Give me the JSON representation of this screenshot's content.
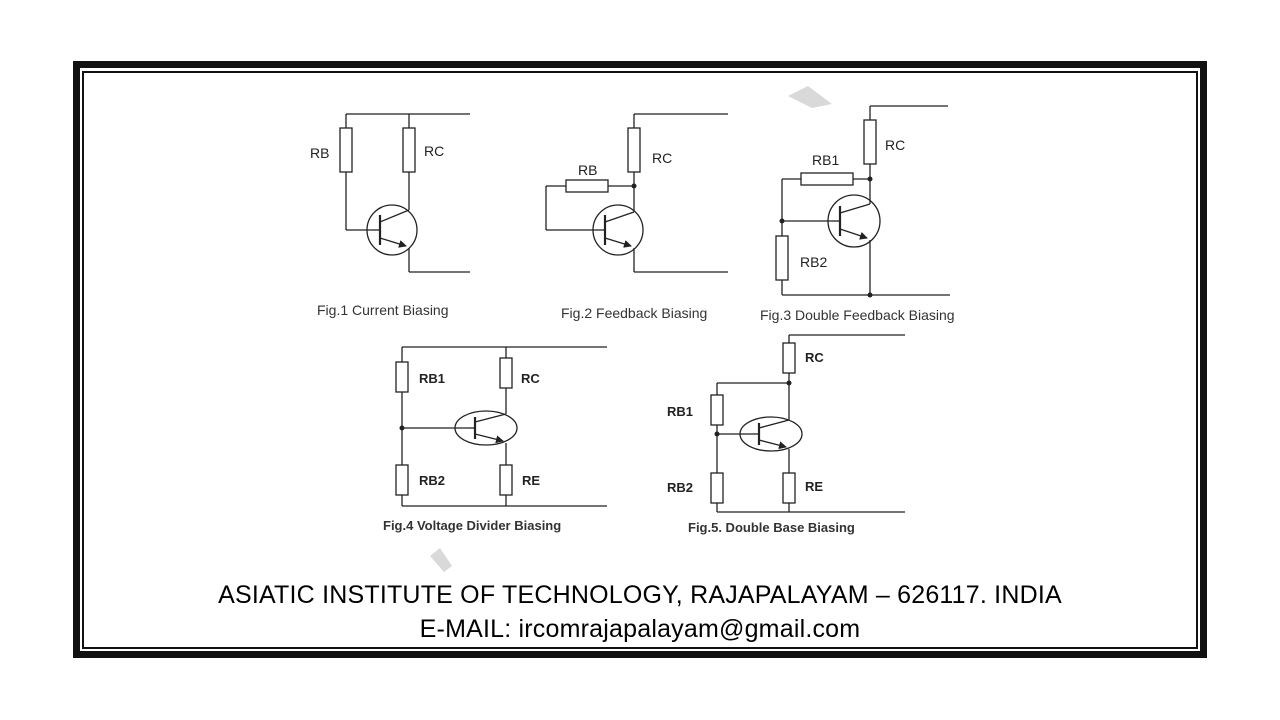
{
  "figures": {
    "fig1": {
      "caption": "Fig.1 Current Biasing",
      "rb": "RB",
      "rc": "RC"
    },
    "fig2": {
      "caption": "Fig.2 Feedback Biasing",
      "rb": "RB",
      "rc": "RC"
    },
    "fig3": {
      "caption": "Fig.3 Double Feedback Biasing",
      "rb1": "RB1",
      "rb2": "RB2",
      "rc": "RC"
    },
    "fig4": {
      "caption": "Fig.4 Voltage Divider Biasing",
      "rb1": "RB1",
      "rb2": "RB2",
      "rc": "RC",
      "re": "RE"
    },
    "fig5": {
      "caption": "Fig.5. Double Base Biasing",
      "rb1": "RB1",
      "rb2": "RB2",
      "rc": "RC",
      "re": "RE"
    }
  },
  "footer": {
    "institute": "ASIATIC INSTITUTE OF TECHNOLOGY, RAJAPALAYAM – 626117. INDIA",
    "email": "E-MAIL:  ircomrajapalayam@gmail.com"
  }
}
